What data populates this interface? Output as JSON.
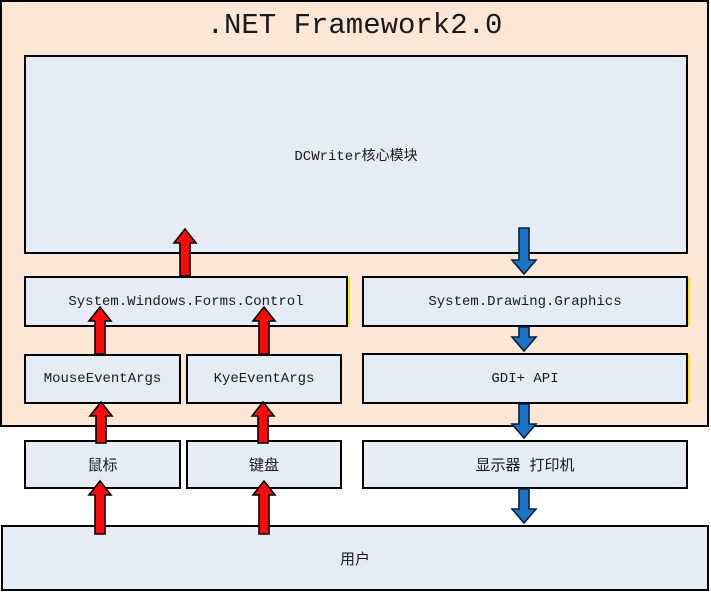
{
  "title": ".NET Framework2.0",
  "boxes": {
    "core": {
      "label": "DCWriter核心模块"
    },
    "forms_control": {
      "label": "System.Windows.Forms.Control"
    },
    "drawing_graphics": {
      "label": "System.Drawing.Graphics"
    },
    "mouse_event_args": {
      "label": "MouseEventArgs"
    },
    "key_event_args": {
      "label": "KyeEventArgs"
    },
    "gdi_api": {
      "label": "GDI+ API"
    },
    "mouse": {
      "label": "鼠标"
    },
    "keyboard": {
      "label": "键盘"
    },
    "display_printer": {
      "label": "显示器 打印机"
    },
    "user": {
      "label": "用户"
    }
  },
  "colors": {
    "background": "#ffffff",
    "framework_fill": "#fce6d6",
    "box_fill": "#e6ecf5",
    "border": "#000000",
    "red_arrow": "#fa0a0a",
    "blue_arrow": "#1b74c5",
    "yellow_accent": "#ffe600"
  }
}
